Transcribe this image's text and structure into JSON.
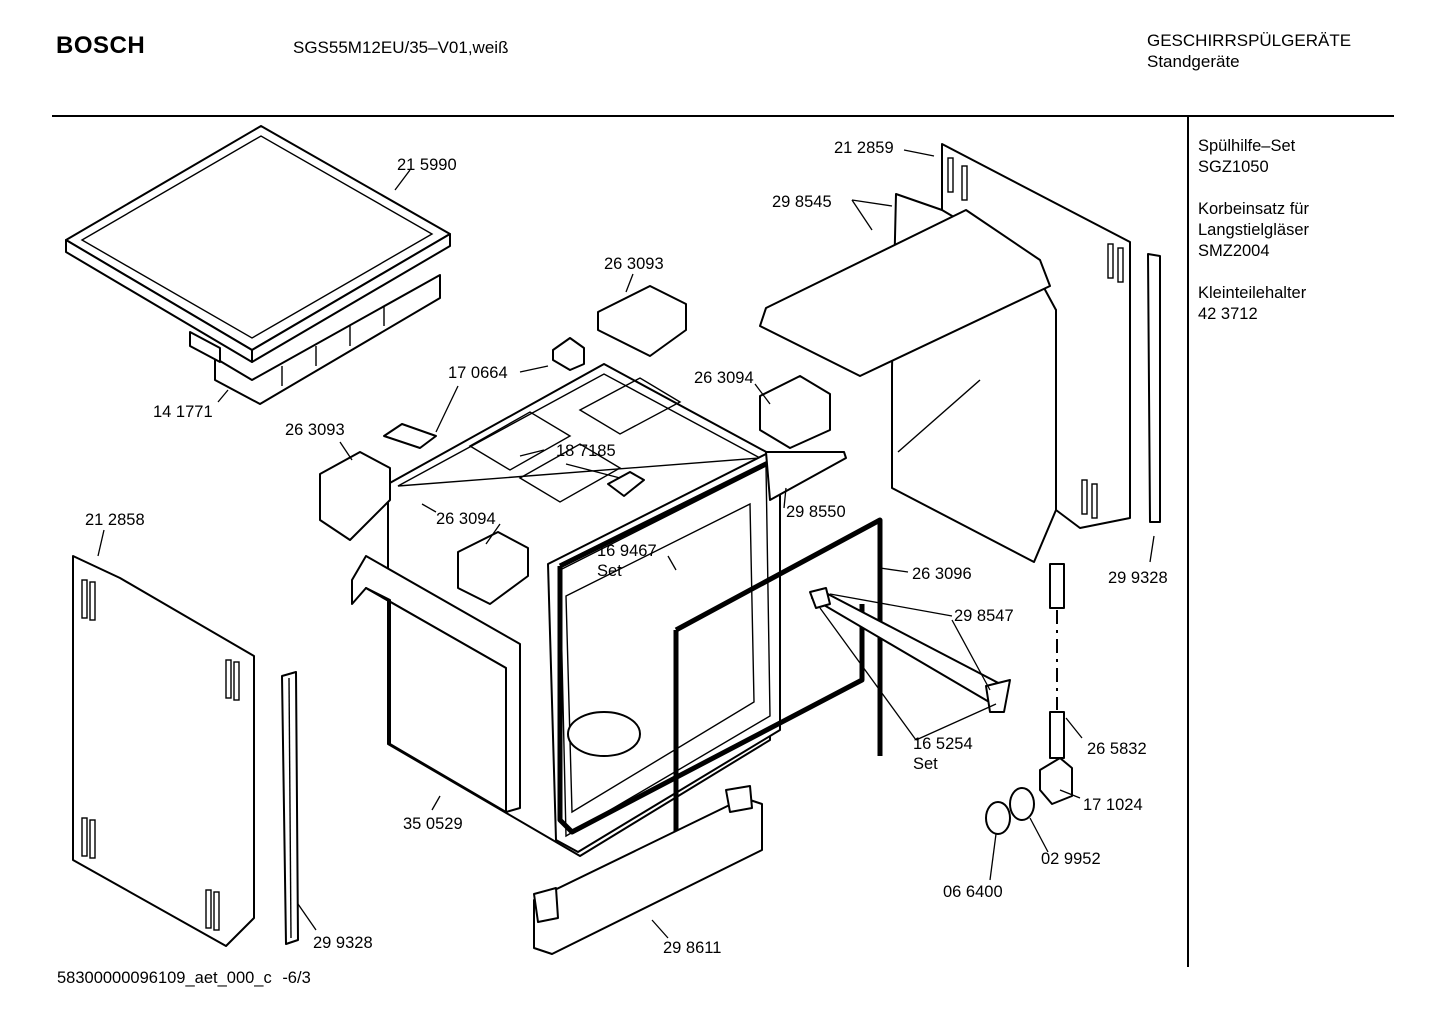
{
  "header": {
    "brand": "BOSCH",
    "model": "SGS55M12EU/35–V01,weiß",
    "category_line1": "GESCHIRRSPÜLGERÄTE",
    "category_line2": "Standgeräte"
  },
  "accessories": [
    {
      "line1": "Spülhilfe–Set",
      "line2": "SGZ1050"
    },
    {
      "line1": "Korbeinsatz für",
      "line2": "Langstielgläser",
      "line3": "SMZ2004"
    },
    {
      "line1": "Kleinteilehalter",
      "line2": "42 3712"
    }
  ],
  "footer": {
    "doc_id": "58300000096109_aet_000_c",
    "page": "-6/3"
  },
  "parts": [
    {
      "number": "21 5990"
    },
    {
      "number": "14 1771"
    },
    {
      "number": "26 3093"
    },
    {
      "number": "17 0664"
    },
    {
      "number": "26 3094"
    },
    {
      "number": "26 3093"
    },
    {
      "number": "18 7185"
    },
    {
      "number": "26 3094"
    },
    {
      "number": "21 2858"
    },
    {
      "number": "16 9467",
      "suffix": "Set"
    },
    {
      "number": "29 8550"
    },
    {
      "number": "21 2859"
    },
    {
      "number": "29 8545"
    },
    {
      "number": "29 9328"
    },
    {
      "number": "26 3096"
    },
    {
      "number": "29 8547"
    },
    {
      "number": "16 5254",
      "suffix": "Set"
    },
    {
      "number": "26 5832"
    },
    {
      "number": "17 1024"
    },
    {
      "number": "02 9952"
    },
    {
      "number": "06 6400"
    },
    {
      "number": "35 0529"
    },
    {
      "number": "29 9328"
    },
    {
      "number": "29 8611"
    }
  ]
}
